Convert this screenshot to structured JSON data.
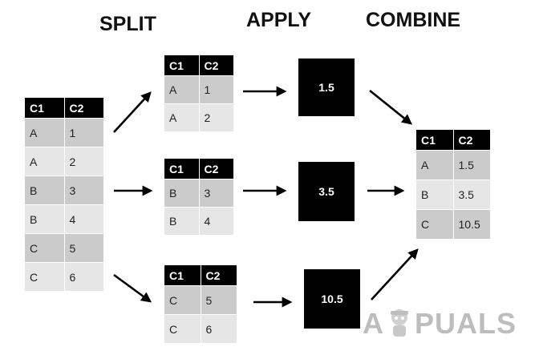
{
  "titles": {
    "split": "SPLIT",
    "apply": "APPLY",
    "combine": "COMBINE"
  },
  "columns": [
    "C1",
    "C2"
  ],
  "source_table": [
    [
      "A",
      "1"
    ],
    [
      "A",
      "2"
    ],
    [
      "B",
      "3"
    ],
    [
      "B",
      "4"
    ],
    [
      "C",
      "5"
    ],
    [
      "C",
      "6"
    ]
  ],
  "group_tables": [
    [
      [
        "A",
        "1"
      ],
      [
        "A",
        "2"
      ]
    ],
    [
      [
        "B",
        "3"
      ],
      [
        "B",
        "4"
      ]
    ],
    [
      [
        "C",
        "5"
      ],
      [
        "C",
        "6"
      ]
    ]
  ],
  "apply_results": [
    "1.5",
    "3.5",
    "10.5"
  ],
  "combined_table": [
    [
      "A",
      "1.5"
    ],
    [
      "B",
      "3.5"
    ],
    [
      "C",
      "10.5"
    ]
  ],
  "watermark": {
    "text_left": "A",
    "text_right": "PUALS",
    "color": "#bdbdbd"
  },
  "colors": {
    "header": "#000000",
    "row_dark": "#cbcbcb",
    "row_light": "#e6e6e6",
    "arrow": "#000000"
  }
}
